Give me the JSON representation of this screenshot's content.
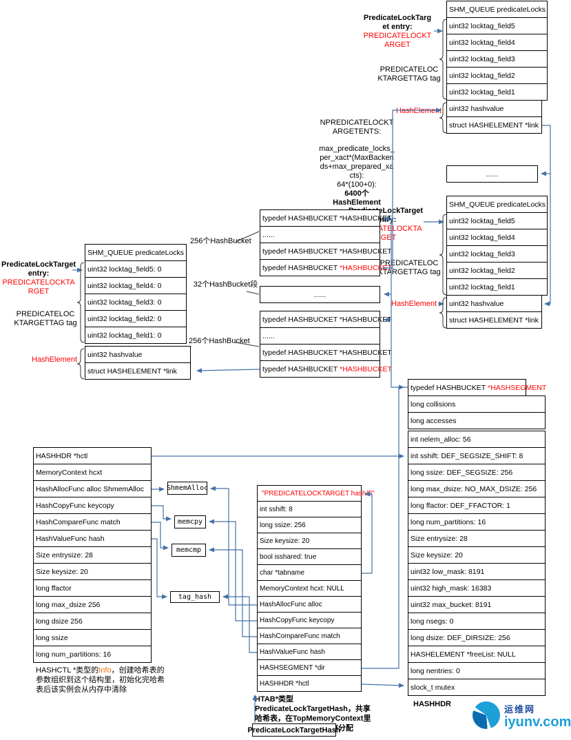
{
  "labels": {
    "entry_bold": "PredicateLockTarget entry:",
    "entry_red": "PREDICATELOCKTARGET",
    "tag": "PREDICATELOCKTARGETTAG tag",
    "hash_element": "HashElement",
    "bucket_256": "256个HashBucket",
    "bucket_32": "32个HashBucket段",
    "note_l1": "NPREDICATELOCKTARGETENTS:",
    "note_l2": "max_predicate_locks_per_xact*(MaxBackends+max_prepared_xacts):",
    "note_l3": "64*(100+0):",
    "note_l4": "6400个",
    "note_l5": "HashElement",
    "hashhdr_caption": "HASHHDR",
    "ellipsis": "......"
  },
  "elem1": {
    "tag_rows": [
      {
        "t": "SHM_QUEUE predicateLocks"
      },
      {
        "t": "uint32 locktag_field5"
      },
      {
        "t": "uint32 locktag_field4"
      },
      {
        "t": "uint32 locktag_field3"
      },
      {
        "t": "uint32 locktag_field2"
      },
      {
        "t": "uint32 locktag_field1"
      }
    ],
    "elem_rows": [
      {
        "t": "uint32 hashvalue"
      },
      {
        "t": "struct HASHELEMENT *link"
      }
    ]
  },
  "elem3": {
    "tag_rows": [
      {
        "t": "SHM_QUEUE predicateLocks"
      },
      {
        "t": "uint32 locktag_field5: 0"
      },
      {
        "t": "uint32 locktag_field4: 0"
      },
      {
        "t": "uint32 locktag_field3: 0"
      },
      {
        "t": "uint32 locktag_field2: 0"
      },
      {
        "t": "uint32 locktag_field1: 0"
      }
    ],
    "elem_rows": [
      {
        "t": "uint32 hashvalue"
      },
      {
        "t": "struct HASHELEMENT *link"
      }
    ]
  },
  "segment1": {
    "rows": [
      {
        "t": "typedef HASHBUCKET *HASHBUCKET"
      },
      {
        "t": "......"
      },
      {
        "t": "typedef HASHBUCKET *HASHBUCKET"
      },
      {
        "t": "typedef HASHBUCKET",
        "r": "*HASHBUCKET"
      }
    ]
  },
  "segment2": {
    "rows": [
      {
        "t": "typedef HASHBUCKET *HASHBUCKET"
      },
      {
        "t": "......"
      },
      {
        "t": "typedef HASHBUCKET *HASHBUCKET"
      },
      {
        "t": "typedef HASHBUCKET",
        "r": "*HASHBUCKET"
      }
    ]
  },
  "dir_header": {
    "t": "typedef HASHBUCKET",
    "r": "*HASHSEGMENT"
  },
  "hashhdr": {
    "stat_rows": [
      {
        "t": "long collisions"
      },
      {
        "t": "long accesses"
      }
    ],
    "rows": [
      {
        "t": "int nelem_alloc: 56"
      },
      {
        "t": "int sshift: DEF_SEGSIZE_SHIFT: 8"
      },
      {
        "t": "long ssize: DEF_SEGSIZE: 256"
      },
      {
        "t": "long max_dsize: NO_MAX_DSIZE: 256"
      },
      {
        "t": "long ffactor: DEF_FFACTOR: 1"
      },
      {
        "t": "long num_partitions: 16"
      },
      {
        "t": "Size entrysize: 28"
      },
      {
        "t": "Size keysize: 20"
      },
      {
        "t": "uint32 low_mask: 8191"
      },
      {
        "t": "uint32 high_mask: 16383"
      },
      {
        "t": "uint32 max_bucket: 8191"
      },
      {
        "t": "long nsegs: 0"
      },
      {
        "t": "long dsize: DEF_DIRSIZE: 256"
      },
      {
        "t": "HASHELEMENT *freeList: NULL"
      },
      {
        "t": "long nentries: 0"
      },
      {
        "t": "slock_t mutex"
      }
    ]
  },
  "hashctl": {
    "rows": [
      {
        "t": "HASHHDR    *hctl"
      },
      {
        "t": "MemoryContext hcxt"
      },
      {
        "t": "HashAllocFunc alloc ShmemAlloc"
      },
      {
        "t": "HashCopyFunc keycopy"
      },
      {
        "t": "HashCompareFunc match"
      },
      {
        "t": "HashValueFunc hash"
      },
      {
        "t": "Size entrysize: 28"
      },
      {
        "t": "Size keysize: 20"
      },
      {
        "t": "long ffactor"
      },
      {
        "t": "long max_dsize 256"
      },
      {
        "t": "long dsize 256"
      },
      {
        "t": "long ssize"
      },
      {
        "t": "long num_partitions: 16"
      }
    ],
    "note_pre": "HASHCTL *类型的",
    "note_hl": "Info",
    "note_post": "，创建哈希表的参数组织到这个结构里，初始化完哈希表后该实例会从内存中清除"
  },
  "funcs": {
    "shmem_alloc": "ShmemAlloc",
    "memcpy": "memcpy",
    "memcmp": "memcmp",
    "tag_hash": "tag_hash"
  },
  "htab": {
    "rows": [
      {
        "r": "\"PREDICATELOCKTARGET hash/0\""
      },
      {
        "t": "int sshift: 8"
      },
      {
        "t": "long ssize: 256"
      },
      {
        "t": "Size keysize: 20"
      },
      {
        "t": "bool isshared: true"
      },
      {
        "t": "char *tabname"
      },
      {
        "t": "MemoryContext hcxt: NULL"
      },
      {
        "t": "HashAllocFunc alloc"
      },
      {
        "t": "HashCopyFunc keycopy"
      },
      {
        "t": "HashCompareFunc match"
      },
      {
        "t": "HashValueFunc hash"
      },
      {
        "t": "HASHSEGMENT *dir"
      },
      {
        "t": "HASHHDR *hctl"
      }
    ],
    "note": "HTAB*类型PredicateLockTargetHash，共享哈希表，在TopMemoryContext里分配，其他都在共享内存分配",
    "var_name": "PredicateLockTargetHash"
  },
  "brand": {
    "name": "运维网",
    "domain": "iyunv.com"
  }
}
